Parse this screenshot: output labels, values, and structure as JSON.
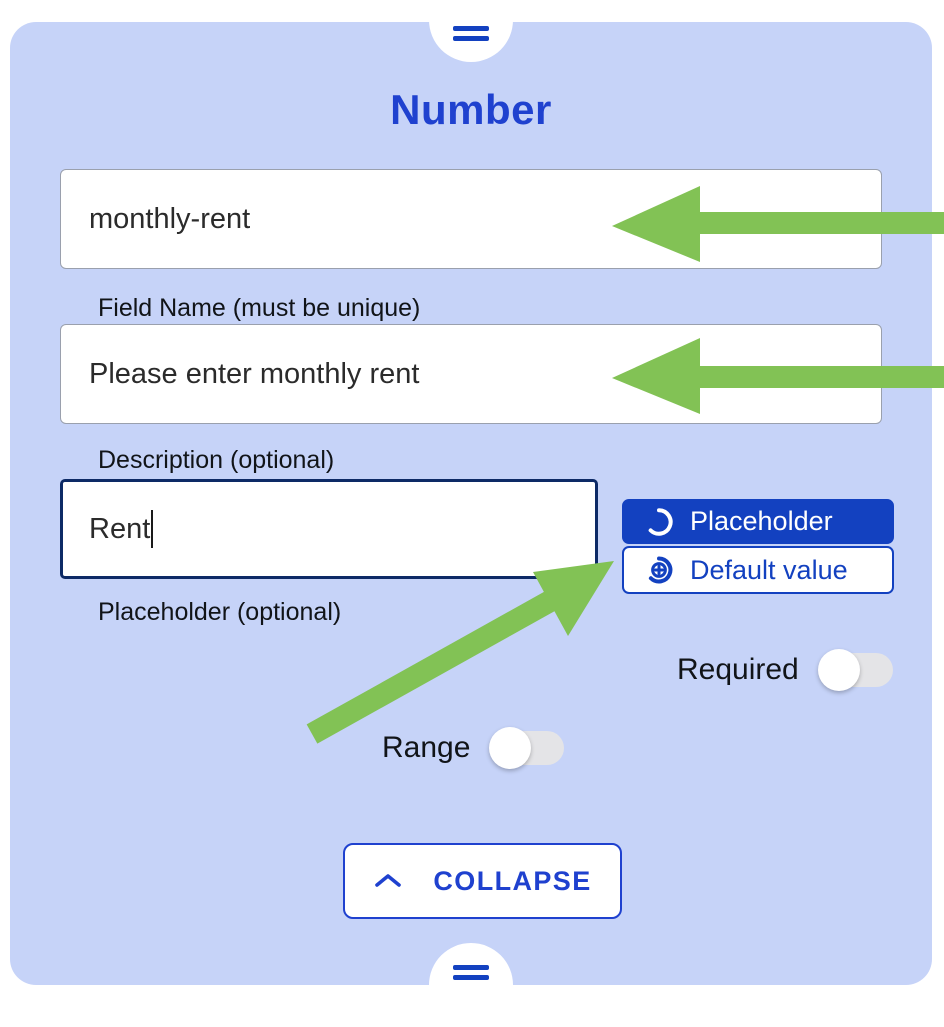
{
  "panel": {
    "title": "Number",
    "accent_blue": "#1f41cf",
    "button_blue": "#1341c0",
    "background": "#c6d3f8",
    "focus_border": "#0d2a66",
    "arrow_green": "#82c255"
  },
  "handles": {
    "top_icon": "hamburger-icon",
    "bottom_icon": "hamburger-icon"
  },
  "fields": {
    "field_name": {
      "value": "monthly-rent",
      "placeholder": "Field Name",
      "label": "Field Name (must be unique)"
    },
    "description": {
      "value": "Please enter monthly rent",
      "placeholder": "Description",
      "label": "Description (optional)"
    },
    "placeholder": {
      "value": "Rent",
      "placeholder": "Placeholder",
      "label": "Placeholder (optional)",
      "focused": true
    }
  },
  "side_buttons": [
    {
      "label": "Placeholder",
      "icon": "circle-dash-icon",
      "selected": true
    },
    {
      "label": "Default value",
      "icon": "circle-plus-dash-icon",
      "selected": false
    }
  ],
  "toggles": [
    {
      "label": "Required",
      "state": "off"
    },
    {
      "label": "Range",
      "state": "off"
    }
  ],
  "collapse_button": {
    "label": "COLLAPSE",
    "icon": "chevron-up-icon"
  },
  "annotations": [
    {
      "name": "arrow-to-field-name",
      "direction": "left",
      "color": "#82c255"
    },
    {
      "name": "arrow-to-description",
      "direction": "left",
      "color": "#82c255"
    },
    {
      "name": "arrow-to-placeholder-button",
      "direction": "up-right",
      "color": "#82c255"
    }
  ]
}
